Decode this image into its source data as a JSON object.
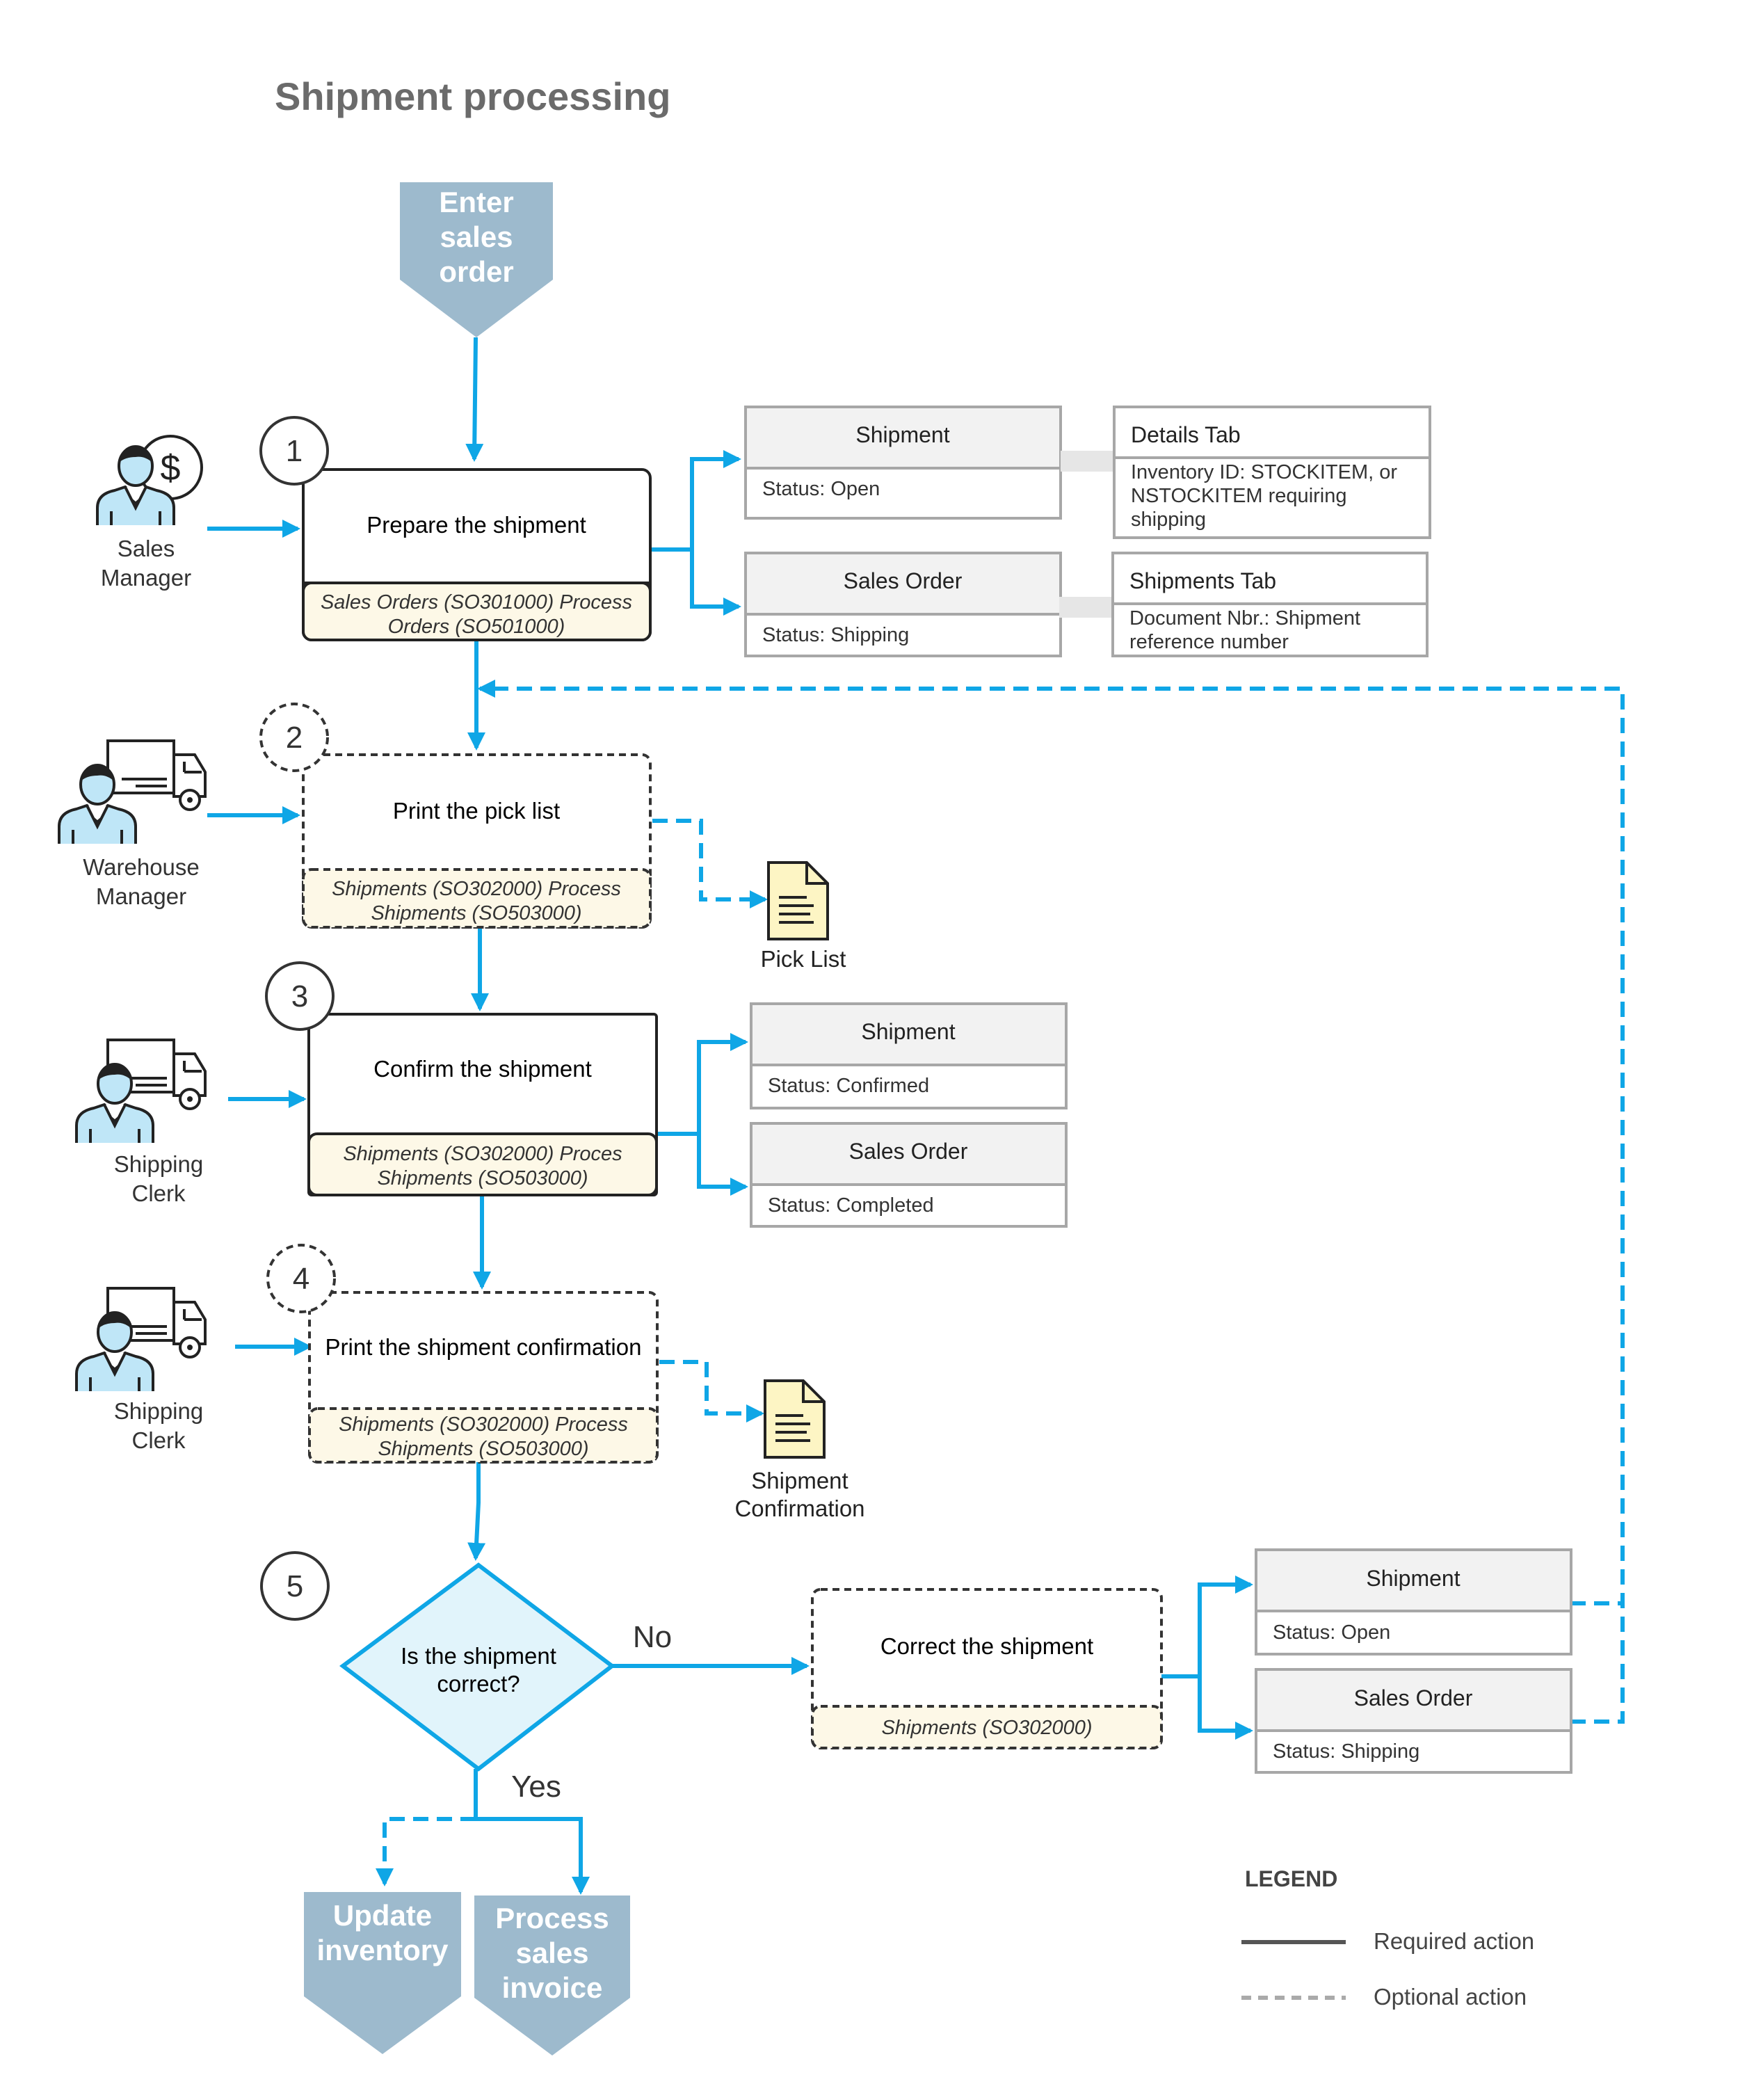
{
  "title": "Shipment processing",
  "colors": {
    "arrow": "#0fa6e6",
    "chevron": "#9dbacd",
    "note_fill": "#fdf8e7",
    "entity_header": "#f2f2f2",
    "entity_border": "#a7a7a7",
    "decision_fill": "#e1f4fb",
    "doc_fill": "#fdf5c4"
  },
  "start": {
    "label_lines": [
      "Enter",
      "sales",
      "order"
    ]
  },
  "ends": {
    "update_inventory": {
      "label_lines": [
        "Update",
        "inventory"
      ]
    },
    "process_invoice": {
      "label_lines": [
        "Process",
        "sales",
        "invoice"
      ]
    }
  },
  "steps": [
    {
      "number": "1",
      "label": "Prepare the shipment",
      "note_lines": [
        "Sales Orders (SO301000) Process",
        "Orders (SO501000)"
      ],
      "optional": false
    },
    {
      "number": "2",
      "label": "Print the pick list",
      "note_lines": [
        "Shipments (SO302000) Process",
        "Shipments (SO503000)"
      ],
      "optional": true
    },
    {
      "number": "3",
      "label": "Confirm the shipment",
      "note_lines": [
        "Shipments (SO302000) Proces",
        "Shipments (SO503000)"
      ],
      "optional": false
    },
    {
      "number": "4",
      "label": "Print the shipment confirmation",
      "note_lines": [
        "Shipments (SO302000) Process",
        "Shipments (SO503000)"
      ],
      "optional": true
    },
    {
      "number": "5",
      "label_lines": [
        "Is the shipment",
        "correct?"
      ]
    }
  ],
  "correction": {
    "label": "Correct the shipment",
    "note": "Shipments (SO302000)"
  },
  "branch_labels": {
    "no": "No",
    "yes": "Yes"
  },
  "roles": [
    {
      "icon": "sales-manager-icon",
      "label_lines": [
        "Sales",
        "Manager"
      ]
    },
    {
      "icon": "warehouse-manager-icon",
      "label_lines": [
        "Warehouse",
        "Manager"
      ]
    },
    {
      "icon": "shipping-clerk-icon",
      "label_lines": [
        "Shipping",
        "Clerk"
      ]
    },
    {
      "icon": "shipping-clerk-icon",
      "label_lines": [
        "Shipping",
        "Clerk"
      ]
    }
  ],
  "entities": {
    "step1_shipment": {
      "header": "Shipment",
      "body": "Status: Open"
    },
    "step1_sales_order": {
      "header": "Sales Order",
      "body": "Status: Shipping"
    },
    "details_tab": {
      "header": "Details Tab",
      "body_lines": [
        "Inventory ID: STOCKITEM, or",
        "NSTOCKITEM requiring",
        "shipping"
      ]
    },
    "shipments_tab": {
      "header": "Shipments Tab",
      "body_lines": [
        "Document Nbr.: Shipment",
        "reference number"
      ]
    },
    "step3_shipment": {
      "header": "Shipment",
      "body": "Status: Confirmed"
    },
    "step3_sales_order": {
      "header": "Sales Order",
      "body": "Status: Completed"
    },
    "correct_shipment": {
      "header": "Shipment",
      "body": "Status: Open"
    },
    "correct_sales_order": {
      "header": "Sales Order",
      "body": "Status: Shipping"
    }
  },
  "documents": {
    "pick_list": {
      "label_lines": [
        "Pick List"
      ]
    },
    "shipment_confirmation": {
      "label_lines": [
        "Shipment",
        "Confirmation"
      ]
    }
  },
  "legend": {
    "title": "LEGEND",
    "required": "Required action",
    "optional": "Optional action"
  }
}
